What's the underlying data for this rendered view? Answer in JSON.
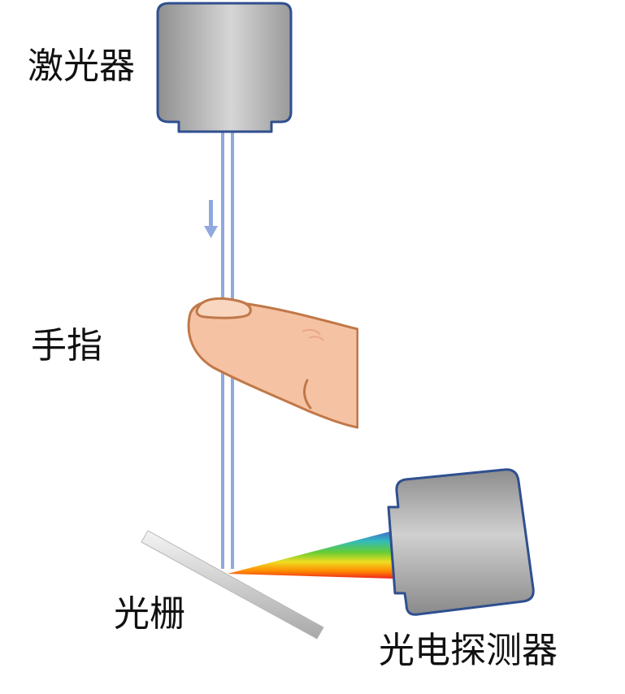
{
  "labels": {
    "laser": "激光器",
    "finger": "手指",
    "grating": "光栅",
    "detector": "光电探测器"
  },
  "colors": {
    "device_outline": "#2f4f8f",
    "device_body_light": "#d2d2d2",
    "device_body_dark": "#8d8d8d",
    "beam": "#8fa9de",
    "arrow": "#8fa9de",
    "finger_skin": "#f6c2a4",
    "finger_outline": "#c07848",
    "grating_light": "#f2f2f2",
    "grating_dark": "#b0b0b0",
    "spectrum": [
      "#4466cc",
      "#33bbbb",
      "#66cc33",
      "#eedd22",
      "#ff8800",
      "#ee2222"
    ]
  },
  "icons": {
    "laser": "laser-device-icon",
    "finger": "finger-icon",
    "grating": "diffraction-grating-icon",
    "detector": "photodetector-icon",
    "arrow": "down-arrow-icon"
  }
}
